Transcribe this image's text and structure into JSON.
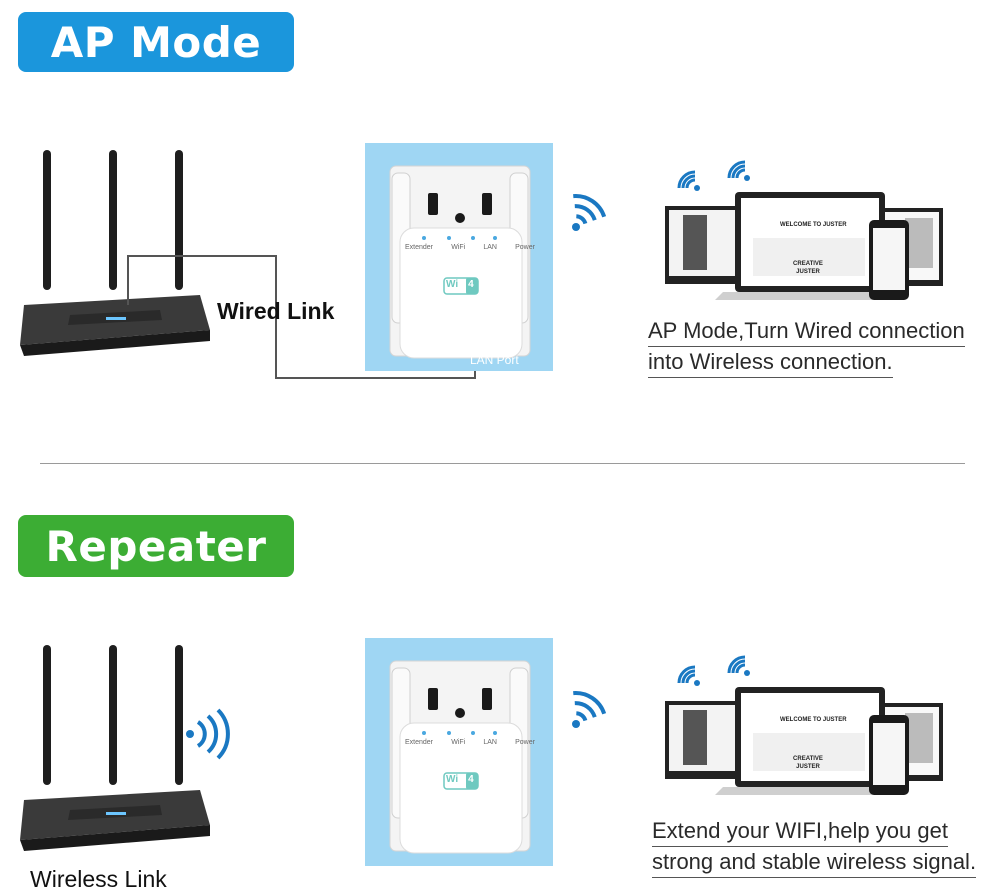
{
  "ap_mode": {
    "badge": "AP Mode",
    "link_label": "Wired Link",
    "port_label": "LAN Port",
    "caption_line1": "AP Mode,Turn Wired connection",
    "caption_line2": "into Wireless connection."
  },
  "repeater": {
    "badge": "Repeater",
    "link_label": "Wireless Link",
    "caption_line1": "Extend your WIFI,help you get",
    "caption_line2": "strong and stable wireless signal."
  },
  "device": {
    "indicators": [
      "Extender",
      "WiFi",
      "LAN",
      "Power"
    ],
    "wifi_logo_text": "Wi",
    "wifi_logo_number": "4"
  },
  "screen": {
    "laptop_heading": "WELCOME TO JUSTER",
    "laptop_logo": "CREATIVE JUSTER"
  },
  "colors": {
    "ap_badge": "#1b96dc",
    "repeater_badge": "#3cad34",
    "panel": "#9fd6f3",
    "wifi_signal": "#1a78c2"
  }
}
